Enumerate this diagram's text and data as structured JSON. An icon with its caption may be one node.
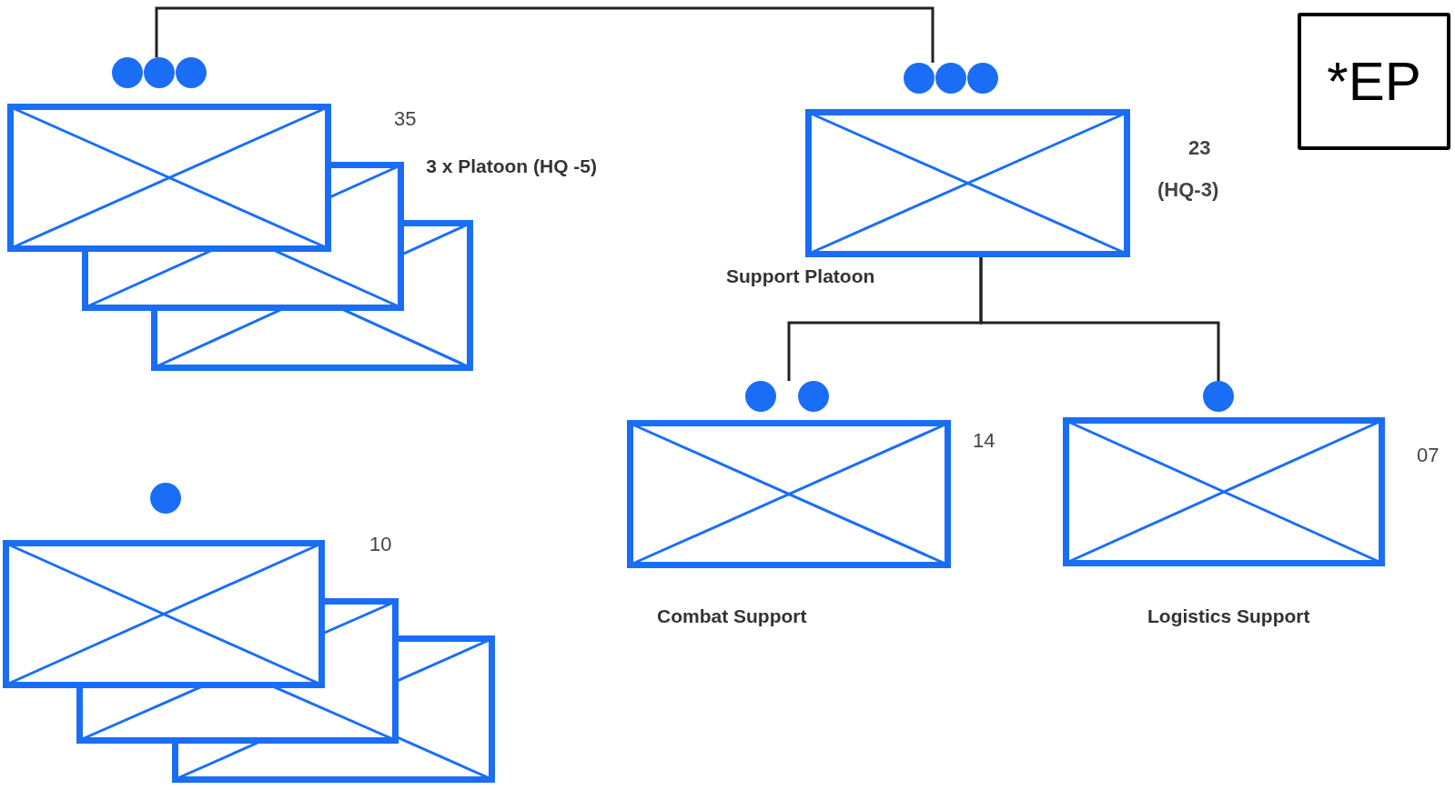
{
  "diagram": {
    "nodes": [
      {
        "text": [],
        "shape": "box",
        "beside": [
          "35",
          "3 x Platoon (HQ -5)"
        ]
      },
      {
        "text": [],
        "shape": "box",
        "beside": [
          "23",
          "(HQ-3)",
          "Support Platoon"
        ]
      },
      {
        "text": [],
        "shape": "box",
        "beside": [
          "14",
          "Combat Support"
        ]
      },
      {
        "text": [],
        "shape": "box",
        "beside": [
          "07",
          "Logistics Support"
        ]
      },
      {
        "text": [],
        "shape": "box",
        "beside": [
          "10"
        ]
      },
      {
        "text": [
          "*EP"
        ]
      }
    ],
    "edges": [
      {
        "from": 0,
        "to": 1,
        "arrow": "none"
      },
      {
        "from": 1,
        "to": 2,
        "arrow": "none"
      },
      {
        "from": 1,
        "to": 3,
        "arrow": "none"
      }
    ]
  }
}
